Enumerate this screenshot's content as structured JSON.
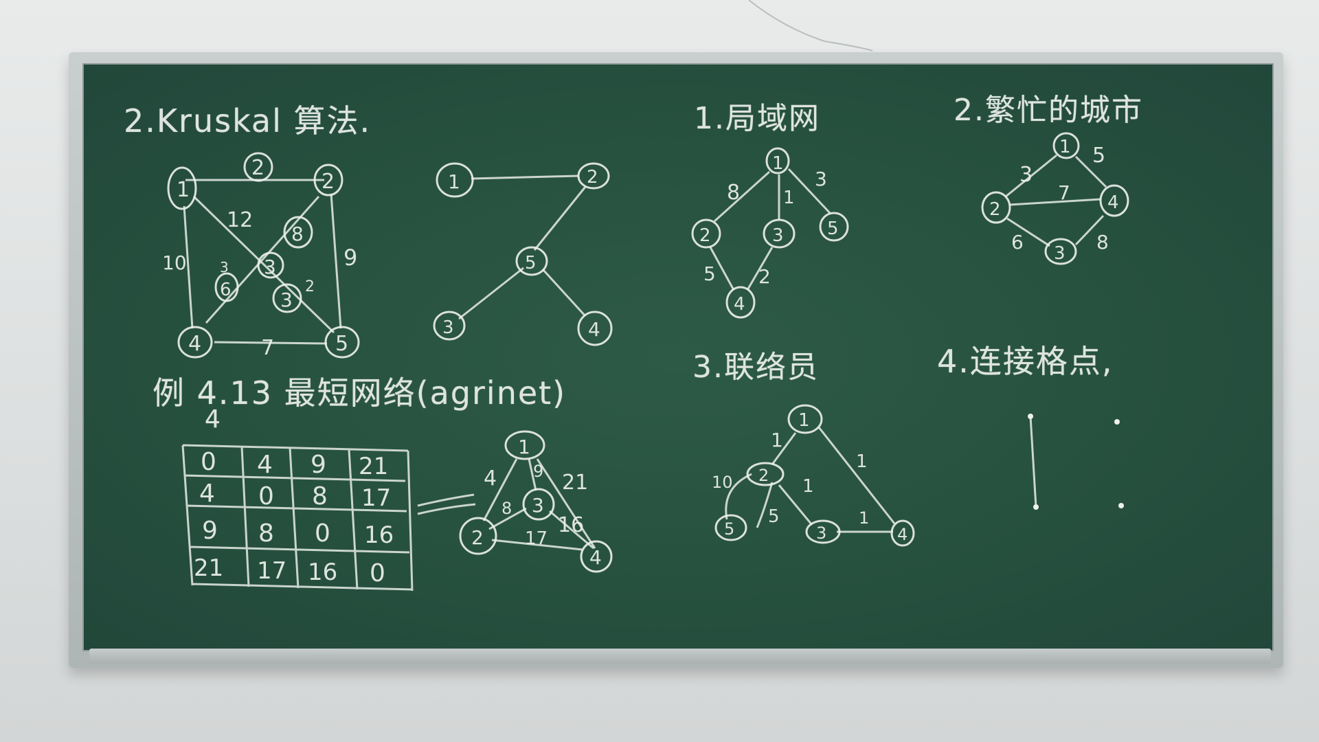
{
  "board": {
    "color": "#27513f",
    "chalk_color": "#eef1ee"
  },
  "titles": {
    "kruskal": "2.Kruskal 算法.",
    "example": "例 4.13 最短网络(agrinet)",
    "example_sub": "4",
    "lan": "1.局域网",
    "city": "2.繁忙的城市",
    "relay": "3.联络员",
    "connect": "4.连接格点,"
  },
  "kruskal_graph": {
    "nodes": [
      "1",
      "2",
      "3",
      "4",
      "5"
    ],
    "edge_labels": [
      "2",
      "12",
      "10",
      "9",
      "8",
      "6",
      "3",
      "2",
      "3",
      "7"
    ]
  },
  "kruskal_tree": {
    "nodes": [
      "1",
      "2",
      "5",
      "3",
      "4"
    ]
  },
  "matrix": {
    "rows": [
      [
        "0",
        "4",
        "9",
        "21"
      ],
      [
        "4",
        "0",
        "8",
        "17"
      ],
      [
        "9",
        "8",
        "0",
        "16"
      ],
      [
        "21",
        "17",
        "16",
        "0"
      ]
    ]
  },
  "agrinet_graph": {
    "nodes": [
      "1",
      "2",
      "3",
      "4"
    ],
    "edge_labels": [
      "4",
      "9",
      "21",
      "8",
      "16",
      "17"
    ]
  },
  "lan_graph": {
    "nodes": [
      "1",
      "2",
      "3",
      "5",
      "4"
    ],
    "edge_labels": [
      "8",
      "1",
      "3",
      "5",
      "2"
    ]
  },
  "city_graph": {
    "nodes": [
      "1",
      "2",
      "4",
      "3"
    ],
    "edge_labels": [
      "3",
      "5",
      "7",
      "6",
      "8"
    ]
  },
  "relay_graph": {
    "nodes": [
      "1",
      "2",
      "5",
      "3",
      "4"
    ],
    "edge_labels": [
      "1",
      "1",
      "1",
      "10",
      "5",
      "1"
    ]
  }
}
